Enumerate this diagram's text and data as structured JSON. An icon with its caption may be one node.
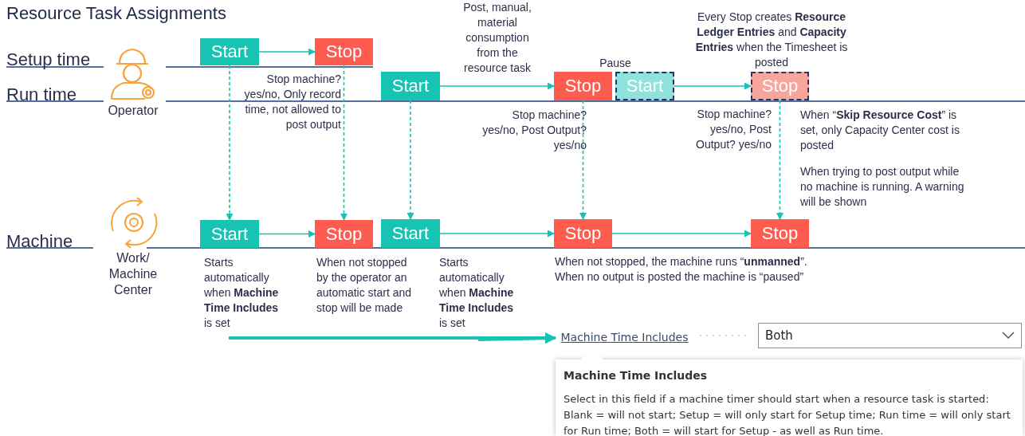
{
  "diagram": {
    "title": "Resource Task Assignments",
    "nodes": [
      {
        "text": [
          "Start"
        ]
      },
      {
        "text": [
          "Stop"
        ]
      },
      {
        "text": [
          "Start"
        ]
      },
      {
        "text": [
          "Stop"
        ]
      },
      {
        "text": [
          "Start"
        ]
      },
      {
        "text": [
          "Stop"
        ]
      },
      {
        "text": [
          "Start"
        ]
      },
      {
        "text": [
          "Stop"
        ]
      },
      {
        "text": [
          "Start"
        ]
      },
      {
        "text": [
          "Stop"
        ]
      },
      {
        "text": [
          "Stop"
        ]
      },
      {
        "text": [
          "Machine Time Includes"
        ]
      },
      {
        "text": [
          "Both"
        ]
      },
      {
        "text": [
          "Machine Time Includes",
          "Select in this field if a machine timer should start when a resource task is started: Blank = will not start; Setup = will only start for Setup time; Run time = will only start for Run time; Both = will start for Setup - as well as Run time."
        ]
      }
    ],
    "edges": [
      {
        "from": 0,
        "to": 1,
        "arrow": "to"
      },
      {
        "from": 2,
        "to": 3,
        "arrow": "to"
      },
      {
        "from": 4,
        "to": 5,
        "arrow": "to"
      },
      {
        "from": 6,
        "to": 7,
        "arrow": "to"
      },
      {
        "from": 8,
        "to": 9,
        "arrow": "to"
      },
      {
        "from": 9,
        "to": 10,
        "arrow": "to"
      },
      {
        "from": 0,
        "to": 6,
        "arrow": "to",
        "style": "dashed"
      },
      {
        "from": 1,
        "to": 7,
        "arrow": "to",
        "style": "dashed"
      },
      {
        "from": 2,
        "to": 8,
        "arrow": "to",
        "style": "dashed"
      },
      {
        "from": 3,
        "to": 9,
        "arrow": "to",
        "style": "dashed"
      },
      {
        "from": 5,
        "to": 10,
        "arrow": "to",
        "style": "dashed"
      },
      {
        "from": null,
        "to": 11,
        "arrow": "to",
        "style": "thick"
      },
      {
        "from": null,
        "to": 11,
        "arrow": "to",
        "style": "thick"
      },
      {
        "from": 11,
        "to": 12,
        "arrow": "none",
        "style": "dashed",
        "color": "#c8c8c8"
      }
    ],
    "labels": [
      "Setup time",
      "Run time",
      "Operator",
      "Machine",
      "Work/ Machine Center",
      "Post, manual, material consumption from the resource task",
      "Pause",
      "Every Stop creates **Resource Ledger Entries** and **Capacity Entries** when the Timesheet is posted",
      "Stop machine? yes/no, Only record time, not allowed to post output",
      "Stop machine? yes/no, Post Output? yes/no",
      "Stop machine? yes/no, Post Output? yes/no",
      "When “**Skip Resource Cost**” is set, only Capacity Center cost is posted",
      "When trying to post output while no machine is running. A warning will be shown",
      "Starts automatically when **Machine Time Includes** is set",
      "When not stopped by the operator an automatic start and stop will be made",
      "Starts automatically when **Machine Time Includes** is set",
      "When not stopped, the machine runs “**unmanned**”. When no output is posted the machine is “paused”"
    ]
  }
}
